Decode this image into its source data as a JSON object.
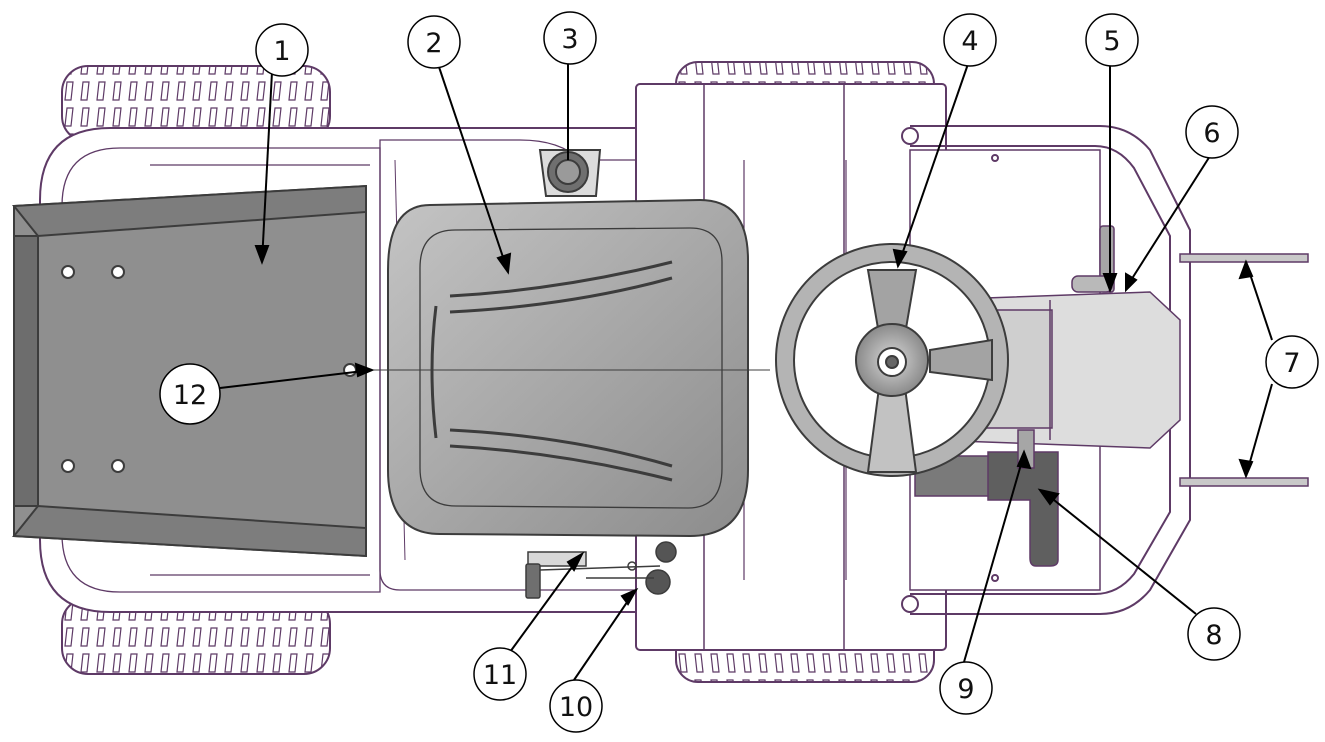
{
  "callouts": [
    {
      "id": 1,
      "label": "1"
    },
    {
      "id": 2,
      "label": "2"
    },
    {
      "id": 3,
      "label": "3"
    },
    {
      "id": 4,
      "label": "4"
    },
    {
      "id": 5,
      "label": "5"
    },
    {
      "id": 6,
      "label": "6"
    },
    {
      "id": 7,
      "label": "7"
    },
    {
      "id": 8,
      "label": "8"
    },
    {
      "id": 9,
      "label": "9"
    },
    {
      "id": 10,
      "label": "10"
    },
    {
      "id": 11,
      "label": "11"
    },
    {
      "id": 12,
      "label": "12"
    }
  ],
  "colors": {
    "outline": "#5e3a66",
    "metal_grey": "#8f8f8f",
    "seat_grey": "#a9a9a9",
    "dark_grey": "#5f5f5f",
    "background": "#ffffff"
  }
}
